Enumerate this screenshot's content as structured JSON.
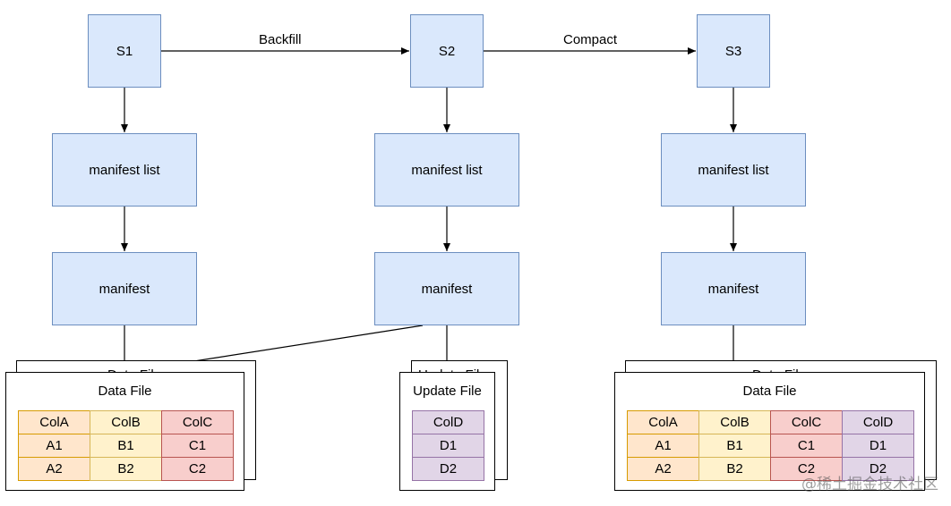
{
  "snapshots": {
    "s1": "S1",
    "s2": "S2",
    "s3": "S3"
  },
  "edges": {
    "s1_s2": "Backfill",
    "s2_s3": "Compact"
  },
  "columns": {
    "s1": {
      "manifest_list": "manifest list",
      "manifest": "manifest"
    },
    "s2": {
      "manifest_list": "manifest list",
      "manifest": "manifest"
    },
    "s3": {
      "manifest_list": "manifest list",
      "manifest": "manifest"
    }
  },
  "cards": {
    "left": {
      "title": "Data File",
      "back_title": "Data File",
      "cols": [
        {
          "header": "ColA",
          "rows": [
            "A1",
            "A2"
          ],
          "color": "#ffe6cc"
        },
        {
          "header": "ColB",
          "rows": [
            "B1",
            "B2"
          ],
          "color": "#fff2cc"
        },
        {
          "header": "ColC",
          "rows": [
            "C1",
            "C2"
          ],
          "color": "#f8cecc"
        }
      ]
    },
    "middle": {
      "title": "Update File",
      "back_title": "Update File",
      "cols": [
        {
          "header": "ColD",
          "rows": [
            "D1",
            "D2"
          ],
          "color": "#e1d5e7"
        }
      ]
    },
    "right": {
      "title": "Data File",
      "back_title": "Data File",
      "cols": [
        {
          "header": "ColA",
          "rows": [
            "A1",
            "A2"
          ],
          "color": "#ffe6cc"
        },
        {
          "header": "ColB",
          "rows": [
            "B1",
            "B2"
          ],
          "color": "#fff2cc"
        },
        {
          "header": "ColC",
          "rows": [
            "C1",
            "C2"
          ],
          "color": "#f8cecc"
        },
        {
          "header": "ColD",
          "rows": [
            "D1",
            "D2"
          ],
          "color": "#e1d5e7"
        }
      ]
    }
  },
  "watermark": "@稀土掘金技术社区",
  "colors": {
    "node_fill": "#dae8fc",
    "node_stroke": "#6c8ebf",
    "orange": "#ffe6cc",
    "yellow": "#fff2cc",
    "red": "#f8cecc",
    "purple": "#e1d5e7"
  }
}
